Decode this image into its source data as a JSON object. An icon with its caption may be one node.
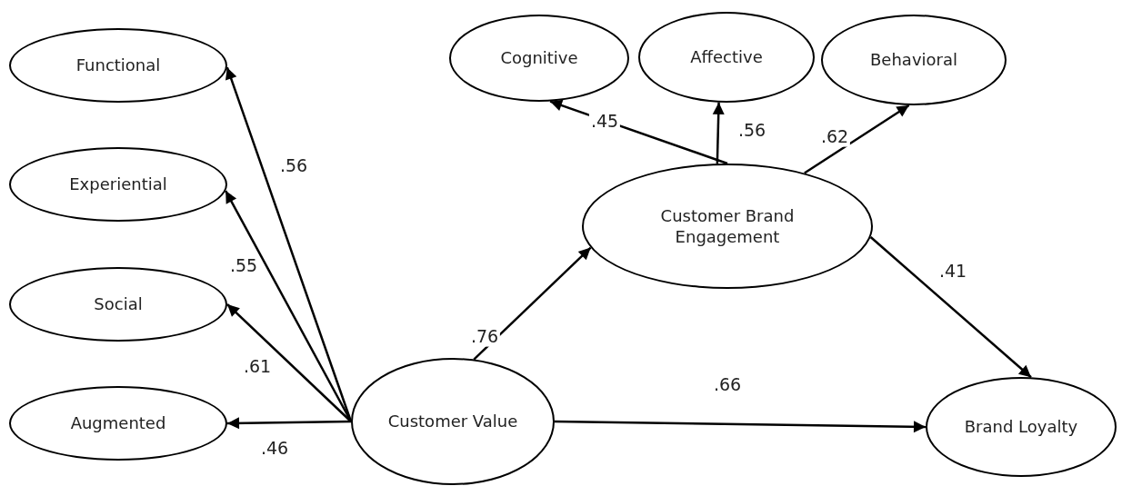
{
  "diagram": {
    "nodes": [
      {
        "text": [
          "Functional"
        ]
      },
      {
        "text": [
          "Experiential"
        ]
      },
      {
        "text": [
          "Social"
        ]
      },
      {
        "text": [
          "Augmented"
        ]
      },
      {
        "text": [
          "Cognitive"
        ]
      },
      {
        "text": [
          "Affective"
        ]
      },
      {
        "text": [
          "Behavioral"
        ]
      },
      {
        "text": [
          "Customer Brand Engagement"
        ]
      },
      {
        "text": [
          "Customer Value"
        ]
      },
      {
        "text": [
          "Brand Loyalty"
        ]
      }
    ],
    "edges": [
      {
        "from": 8,
        "to": 0,
        "arrow": "to",
        "label": ".56"
      },
      {
        "from": 8,
        "to": 1,
        "arrow": "to",
        "label": ".55"
      },
      {
        "from": 8,
        "to": 2,
        "arrow": "to",
        "label": ".61"
      },
      {
        "from": 8,
        "to": 3,
        "arrow": "to",
        "label": ".46"
      },
      {
        "from": 7,
        "to": 4,
        "arrow": "to",
        "label": ".45"
      },
      {
        "from": 7,
        "to": 5,
        "arrow": "to",
        "label": ".56"
      },
      {
        "from": 7,
        "to": 6,
        "arrow": "to",
        "label": ".62"
      },
      {
        "from": 8,
        "to": 7,
        "arrow": "to",
        "label": ".76"
      },
      {
        "from": 7,
        "to": 9,
        "arrow": "to",
        "label": ".41"
      },
      {
        "from": 8,
        "to": 9,
        "arrow": "to",
        "label": ".66"
      }
    ]
  }
}
